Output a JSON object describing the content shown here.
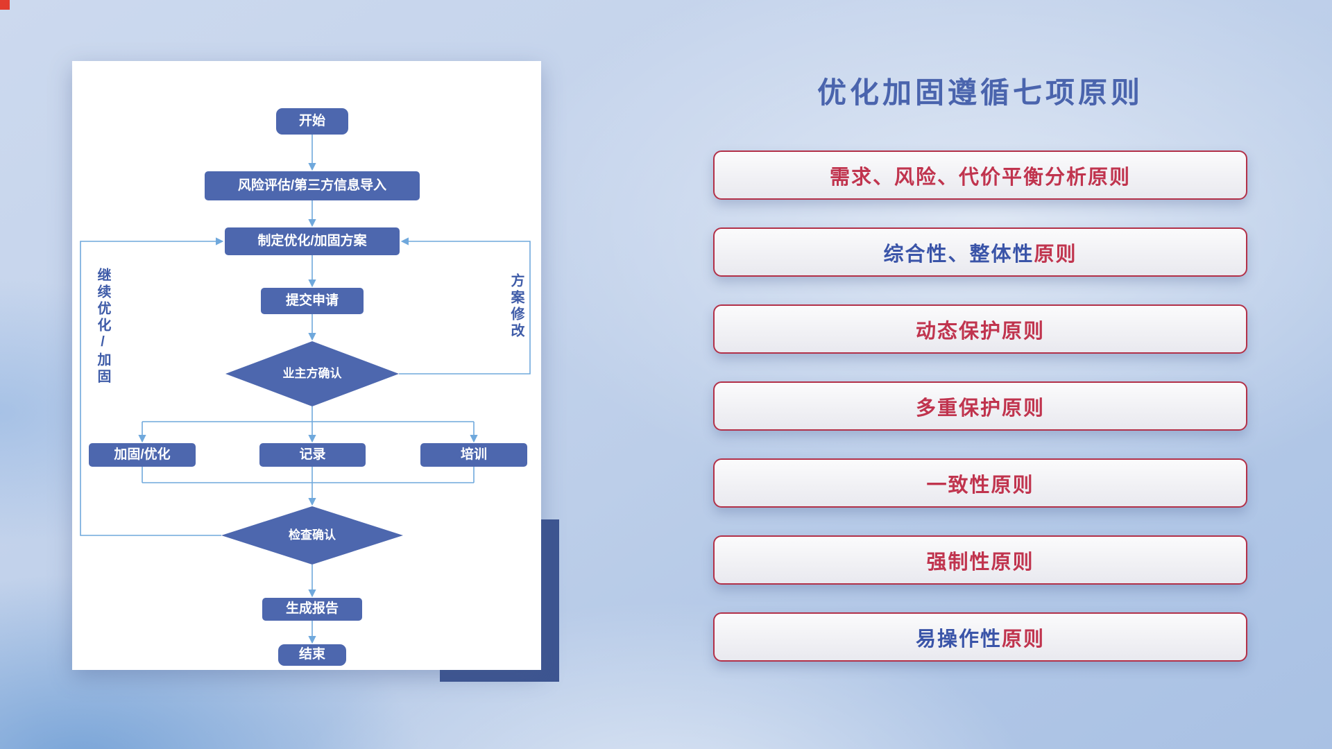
{
  "title": "优化加固遵循七项原则",
  "colors": {
    "title": "#4a64ad",
    "node_fill": "#4d67ae",
    "connector": "#6fa8dc",
    "label_text": "#3f5ca8",
    "principle_red": "#c0344e",
    "principle_blue": "#3a54a8",
    "principle_border": "#b23048",
    "accent_rect": "#3d5591",
    "corner_mark": "#e23b2e"
  },
  "flowchart": {
    "nodes": {
      "start": "开始",
      "risk_import": "风险评估/第三方信息导入",
      "make_plan": "制定优化/加固方案",
      "submit": "提交申请",
      "owner_confirm": "业主方确认",
      "reinforce": "加固/优化",
      "record": "记录",
      "training": "培训",
      "check_confirm": "检查确认",
      "report": "生成报告",
      "end": "结束"
    },
    "side_labels": {
      "left": "继续优化/加固",
      "right": "方案修改"
    }
  },
  "principles": [
    {
      "segments": [
        {
          "text": "需求、风险、代价平衡分析原则",
          "color": "red"
        }
      ]
    },
    {
      "segments": [
        {
          "text": "综合性、整体性",
          "color": "blue"
        },
        {
          "text": "原则",
          "color": "red"
        }
      ]
    },
    {
      "segments": [
        {
          "text": "动态保护原则",
          "color": "red"
        }
      ]
    },
    {
      "segments": [
        {
          "text": "多重保护原则",
          "color": "red"
        }
      ]
    },
    {
      "segments": [
        {
          "text": "一致性原则",
          "color": "red"
        }
      ]
    },
    {
      "segments": [
        {
          "text": "强制性原则",
          "color": "red"
        }
      ]
    },
    {
      "segments": [
        {
          "text": "易操作性",
          "color": "blue"
        },
        {
          "text": "原则",
          "color": "red"
        }
      ]
    }
  ]
}
